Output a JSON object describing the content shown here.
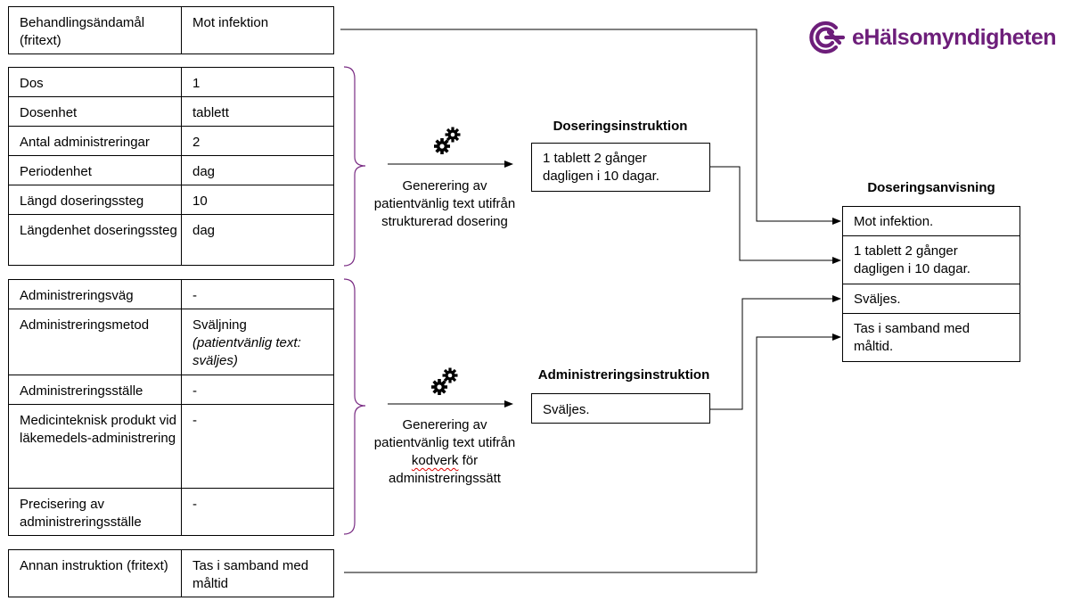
{
  "logo": {
    "text": "eHälsomyndigheten",
    "color": "#6d1e7a"
  },
  "table_purpose": {
    "rows": [
      {
        "key": "Behandlingsändamål (fritext)",
        "value": "Mot infektion"
      }
    ]
  },
  "table_dosage": {
    "rows": [
      {
        "key": "Dos",
        "value": "1"
      },
      {
        "key": "Dosenhet",
        "value": "tablett"
      },
      {
        "key": "Antal administreringar",
        "value": "2"
      },
      {
        "key": "Periodenhet",
        "value": "dag"
      },
      {
        "key": "Längd doseringssteg",
        "value": "10"
      },
      {
        "key": "Längdenhet doseringssteg",
        "value": "dag"
      }
    ]
  },
  "table_admin": {
    "rows": [
      {
        "key": "Administreringsväg",
        "value": "-"
      },
      {
        "key": "Administreringsmetod",
        "value": "Sväljning",
        "value_note": "(patientvänlig text: sväljes)"
      },
      {
        "key": "Administreringsställe",
        "value": "-"
      },
      {
        "key": "Medicinteknisk produkt vid läkemedels-administrering",
        "value": "-"
      },
      {
        "key": "Precisering av administreringsställe",
        "value": "-"
      }
    ]
  },
  "table_other": {
    "rows": [
      {
        "key": "Annan instruktion (fritext)",
        "value": "Tas i samband med måltid"
      }
    ]
  },
  "dosing": {
    "caption_parts": [
      "Generering av patientvänlig text utifrån strukturerad dosering"
    ],
    "title": "Doseringsinstruktion",
    "box_text": "1 tablett 2 gånger dagligen i 10 dagar."
  },
  "admin": {
    "caption_pre": "Generering av patientvänlig text utifrån ",
    "caption_word": "kodverk",
    "caption_post": " för administreringssätt",
    "title": "Administreringsinstruktion",
    "box_text": "Sväljes."
  },
  "output": {
    "title": "Doseringsanvisning",
    "rows": [
      "Mot infektion.",
      "1 tablett 2 gånger dagligen i 10 dagar.",
      "Sväljes.",
      "Tas i samband med måltid."
    ]
  },
  "icons": {
    "gear": "gear-icon",
    "logo_mark": "ehm-logo-icon"
  }
}
